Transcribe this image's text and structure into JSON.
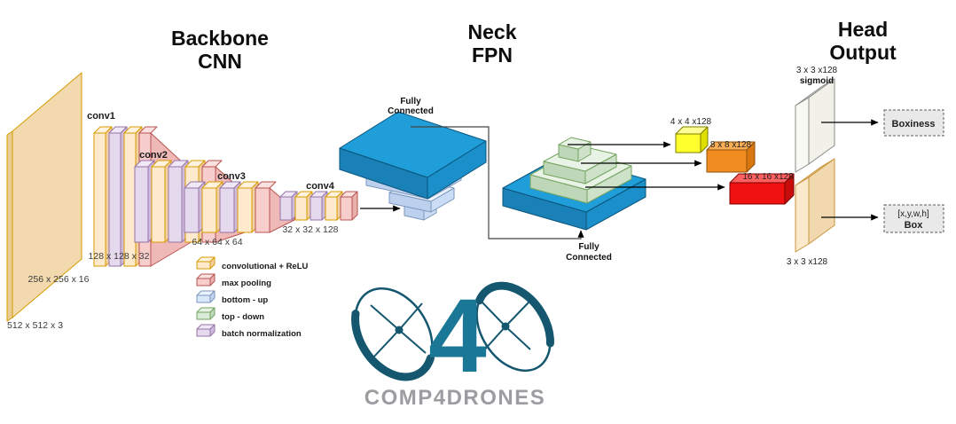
{
  "sections": {
    "backbone": {
      "title_line1": "Backbone",
      "title_line2": "CNN"
    },
    "neck": {
      "title_line1": "Neck",
      "title_line2": "FPN"
    },
    "head": {
      "title_line1": "Head",
      "title_line2": "Output"
    }
  },
  "backbone": {
    "input_dims": "512 x 512 x 3",
    "conv_groups": [
      {
        "label": "conv1",
        "dims": "256 x 256 x 16"
      },
      {
        "label": "conv2",
        "dims": "128 x 128 x 32"
      },
      {
        "label": "conv3",
        "dims": "64 x 64 x 64"
      },
      {
        "label": "conv4",
        "dims": "32 x 32 x 128"
      }
    ]
  },
  "legend": {
    "items": [
      {
        "label": "convolutional + ReLU",
        "fill": "#ffeacd",
        "border": "#d79b00"
      },
      {
        "label": "max pooling",
        "fill": "#f8cecc",
        "border": "#b85450"
      },
      {
        "label": "bottom - up",
        "fill": "#dbe8fc",
        "border": "#7a96bd"
      },
      {
        "label": "top - down",
        "fill": "#d9ead6",
        "border": "#74a35f"
      },
      {
        "label": "batch normalization",
        "fill": "#e5d9ee",
        "border": "#9673a6"
      }
    ]
  },
  "neck": {
    "fully_connected_top": {
      "line1": "Fully",
      "line2": "Connected"
    },
    "fully_connected_bottom": {
      "line1": "Fully",
      "line2": "Connected"
    },
    "dark_slab_color": "#1f9ed9",
    "feature_outputs": [
      {
        "dims": "4 x 4 x128",
        "color": "#ffff2e"
      },
      {
        "dims": "8 x 8 x128",
        "color": "#f18c20"
      },
      {
        "dims": "16 x 16 x128",
        "color": "#f01111"
      }
    ]
  },
  "head": {
    "sigmoid_branch": {
      "dims": "3 x 3 x128",
      "activation": "sigmoid",
      "output_label": "Boxiness"
    },
    "box_branch": {
      "dims": "3 x 3 x128",
      "output_line1": "[x,y,w,h]",
      "output_line2": "Box"
    }
  },
  "logo": {
    "numeral": "4",
    "wordmark": "COMP4DRONES",
    "accent_color": "#14576e",
    "wordmark_color": "#9b9da0"
  }
}
